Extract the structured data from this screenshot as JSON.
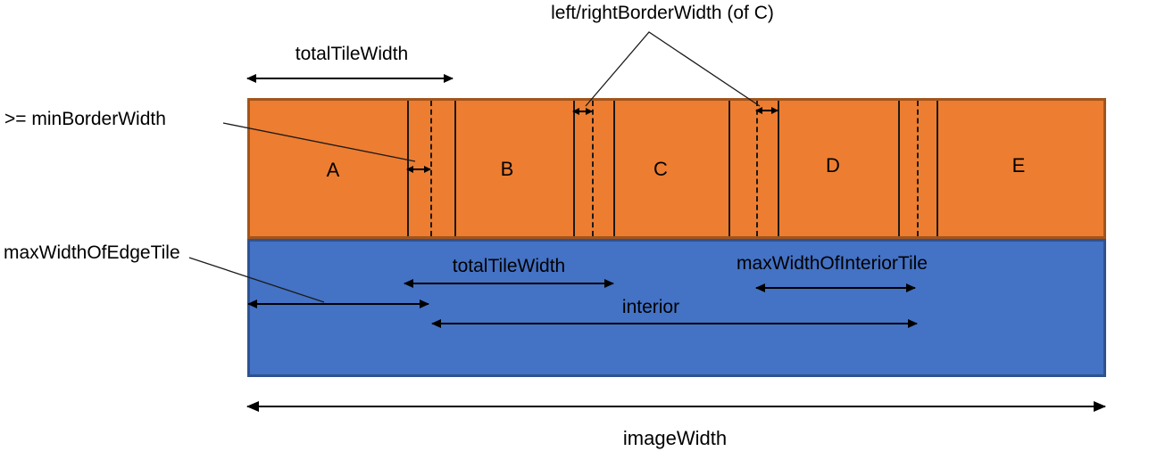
{
  "diagram": {
    "type": "tiling-width-diagram",
    "colors": {
      "tile_band_fill": "#ED7D31",
      "tile_band_border": "#A2541C",
      "image_band_fill": "#4472C4",
      "image_band_border": "#2F528F"
    },
    "tiles": [
      {
        "label": "A"
      },
      {
        "label": "B"
      },
      {
        "label": "C"
      },
      {
        "label": "D"
      },
      {
        "label": "E"
      }
    ],
    "annotations": {
      "total_tile_width_top": "totalTileWidth",
      "left_right_border_width_of_c": "left/rightBorderWidth (of C)",
      "min_border_width": ">= minBorderWidth",
      "max_width_of_edge_tile": "maxWidthOfEdgeTile",
      "total_tile_width_interior": "totalTileWidth",
      "max_width_of_interior_tile": "maxWidthOfInteriorTile",
      "interior": "interior",
      "image_width": "imageWidth"
    }
  }
}
